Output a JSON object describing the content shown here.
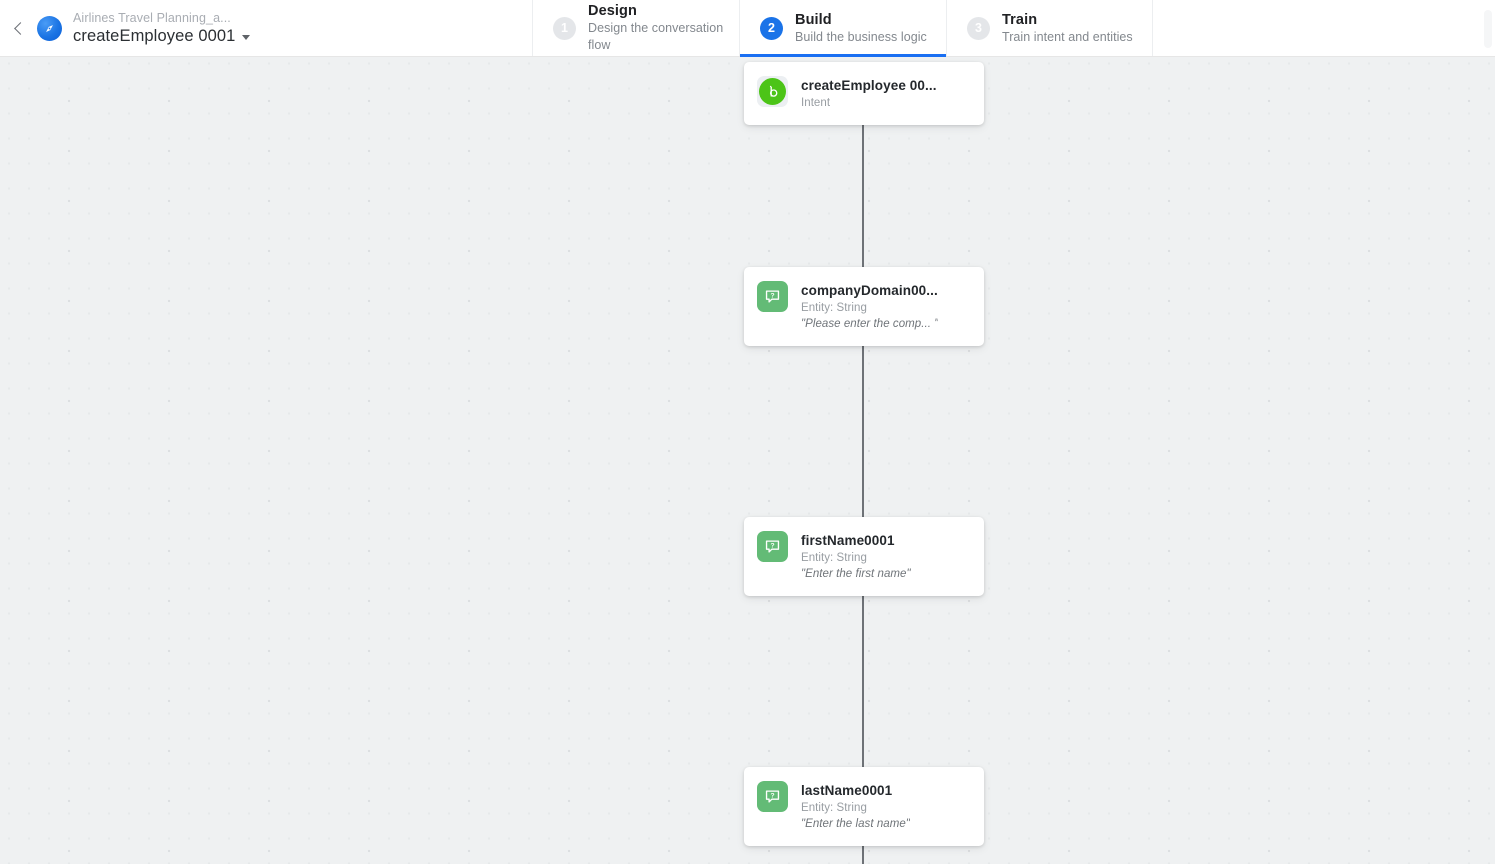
{
  "header": {
    "back_icon": "chevron-left-icon",
    "logo_icon": "app-logo-compass-icon",
    "breadcrumb": "Airlines Travel Planning_a...",
    "flow_title": "createEmployee 0001",
    "caret_icon": "chevron-down-icon",
    "steps": [
      {
        "number": "1",
        "title": "Design",
        "subtitle": "Design the conversation flow",
        "active": false
      },
      {
        "number": "2",
        "title": "Build",
        "subtitle": "Build the business logic",
        "active": true
      },
      {
        "number": "3",
        "title": "Train",
        "subtitle": "Train intent and entities",
        "active": false
      }
    ]
  },
  "colors": {
    "accent_blue": "#1a73e8",
    "active_underline": "#1a6ff2",
    "intent_green": "#4cc417",
    "entity_green": "#63bb76",
    "canvas_bg": "#eff1f2",
    "connector": "#6e7277"
  },
  "canvas": {
    "nodes": [
      {
        "id": "node-intent",
        "icon": "intent-bot-icon",
        "icon_type": "intent",
        "title": "createEmployee 00...",
        "subtitle": "Intent",
        "prompt": ""
      },
      {
        "id": "node-company-domain",
        "icon": "entity-prompt-icon",
        "icon_type": "entity",
        "title": "companyDomain00...",
        "subtitle": "Entity: String",
        "prompt": "\"Please enter the comp...  \""
      },
      {
        "id": "node-first-name",
        "icon": "entity-prompt-icon",
        "icon_type": "entity",
        "title": "firstName0001",
        "subtitle": "Entity: String",
        "prompt": "\"Enter the first name\""
      },
      {
        "id": "node-last-name",
        "icon": "entity-prompt-icon",
        "icon_type": "entity",
        "title": "lastName0001",
        "subtitle": "Entity: String",
        "prompt": "\"Enter the last name\""
      }
    ]
  }
}
